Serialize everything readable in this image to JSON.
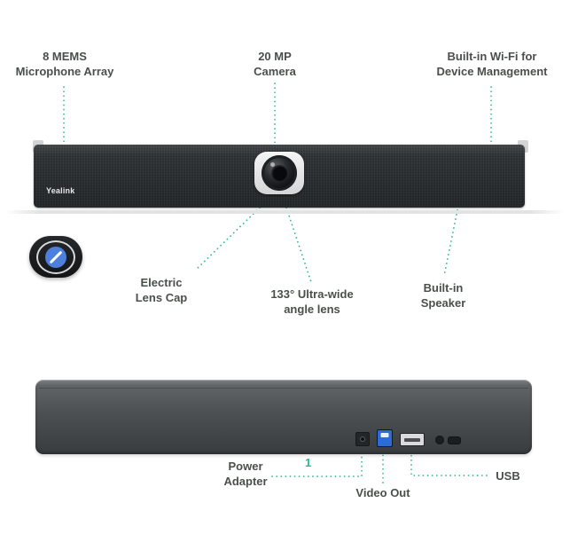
{
  "colors": {
    "accent_teal": "#2fb694",
    "label_text": "#4b4f4b",
    "lens_cap_blue": "#4d80dc",
    "device_front_body": "#2f3335",
    "device_rear_body": "#4c5052"
  },
  "device": {
    "brand_logo": "Yealink"
  },
  "front_view": {
    "labels": {
      "microphone": {
        "line1": "8 MEMS",
        "line2": "Microphone Array"
      },
      "camera": {
        "line1": "20 MP",
        "line2": "Camera"
      },
      "wifi": {
        "line1": "Built-in Wi-Fi for",
        "line2": "Device Management"
      },
      "lens_cap": {
        "line1": "Electric",
        "line2": "Lens Cap"
      },
      "wide_angle": {
        "line1": "133° Ultra-wide",
        "line2": "angle lens"
      },
      "speaker": {
        "line1": "Built-in",
        "line2": "Speaker"
      }
    },
    "icons": {
      "lens_cap_badge": "lens-cap-closed-icon"
    }
  },
  "rear_view": {
    "labels": {
      "power": {
        "line1": "Power",
        "line2": "Adapter"
      },
      "footnote_marker": "1",
      "video_out": "Video Out",
      "usb": "USB"
    },
    "ports": [
      "power-port",
      "video-out-port",
      "usb-port",
      "aux-hole",
      "security-slot"
    ]
  }
}
